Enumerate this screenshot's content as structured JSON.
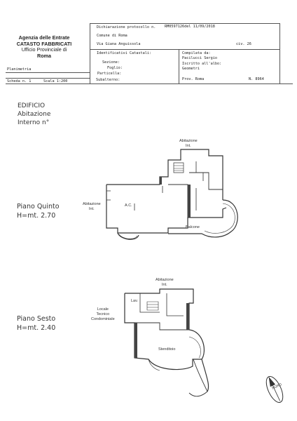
{
  "header": {
    "agency": [
      "Agenzia delle Entrate",
      "CATASTO FABBRICATI",
      "Ufficio Provinciale di",
      "Roma"
    ],
    "dichiarazione_label": "Dichiarazione protocollo n.",
    "dichiarazione_value": "RM0597126del 11/09/2018",
    "comune": "Comune di Roma",
    "via": "Via Giana Anguissola",
    "civ": "civ. 26",
    "identificativi": "Identificativi Catastali:",
    "sezione": "Sezione:",
    "foglio": "Foglio:",
    "particella": "Particella:",
    "subalterno": "Subalterno:",
    "compilata": "Compilata da:",
    "compilatore": "Pacilucci Sergio",
    "iscritto": "Iscritto all'albo:",
    "albo": "Geometri",
    "prov": "Prov. Roma",
    "numero": "N. 8964",
    "planimetria": "Planimetria",
    "scheda": "Scheda n. 1",
    "scala": "Scala 1:200"
  },
  "edificio": [
    "EDIFICIO",
    "Abitazione",
    "Interno n°"
  ],
  "piano_quinto": {
    "name": "Piano Quinto",
    "height": "H=mt. 2.70",
    "labels": {
      "abitazione_top": [
        "Abitazione",
        "Int."
      ],
      "abitazione_left": [
        "Abitazione",
        "Int."
      ],
      "ac": "A.C.",
      "balcone": "Balcone"
    }
  },
  "piano_sesto": {
    "name": "Piano Sesto",
    "height": "H=mt. 2.40",
    "labels": {
      "abitazione_top": [
        "Abitazione",
        "Int."
      ],
      "lav": "Lav.",
      "locale": [
        "Locale",
        "Tecnico",
        "Condominiale"
      ],
      "stenditoio": "Stenditoio"
    }
  },
  "nord": "NORD"
}
